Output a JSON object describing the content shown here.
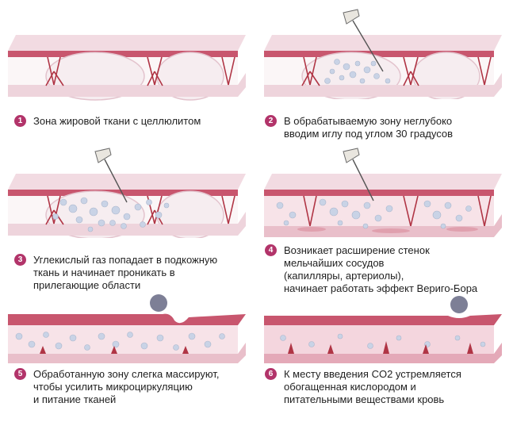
{
  "colors": {
    "tissue_top": "#c8566e",
    "tissue_light": "#f2dbe2",
    "fat_fill": "#f8f2f4",
    "septa": "#b03545",
    "bubble": "#c9d3e6",
    "badge": "#b2346a",
    "roller": "#7d7f96"
  },
  "steps": [
    {
      "number": "1",
      "lines": [
        "Зона жировой ткани с целлюлитом"
      ]
    },
    {
      "number": "2",
      "lines": [
        "В обрабатываемую зону неглубоко",
        "вводим иглу под углом 30 градусов"
      ]
    },
    {
      "number": "3",
      "lines": [
        "Углекислый газ попадает в подкожную",
        "ткань и начинает проникать в",
        "прилегающие области"
      ]
    },
    {
      "number": "4",
      "lines": [
        "Возникает расширение стенок",
        "мельчайших сосудов",
        "(капилляры, артериолы),",
        "начинает работать эффект Вериго-Бора"
      ]
    },
    {
      "number": "5",
      "lines": [
        "Обработанную зону слегка массируют,",
        "чтобы усилить микроциркуляцию",
        "и питание тканей"
      ]
    },
    {
      "number": "6",
      "lines": [
        "К месту введения CO2 устремляется",
        "обогащенная кислородом и",
        "питательными веществами кровь"
      ]
    }
  ]
}
